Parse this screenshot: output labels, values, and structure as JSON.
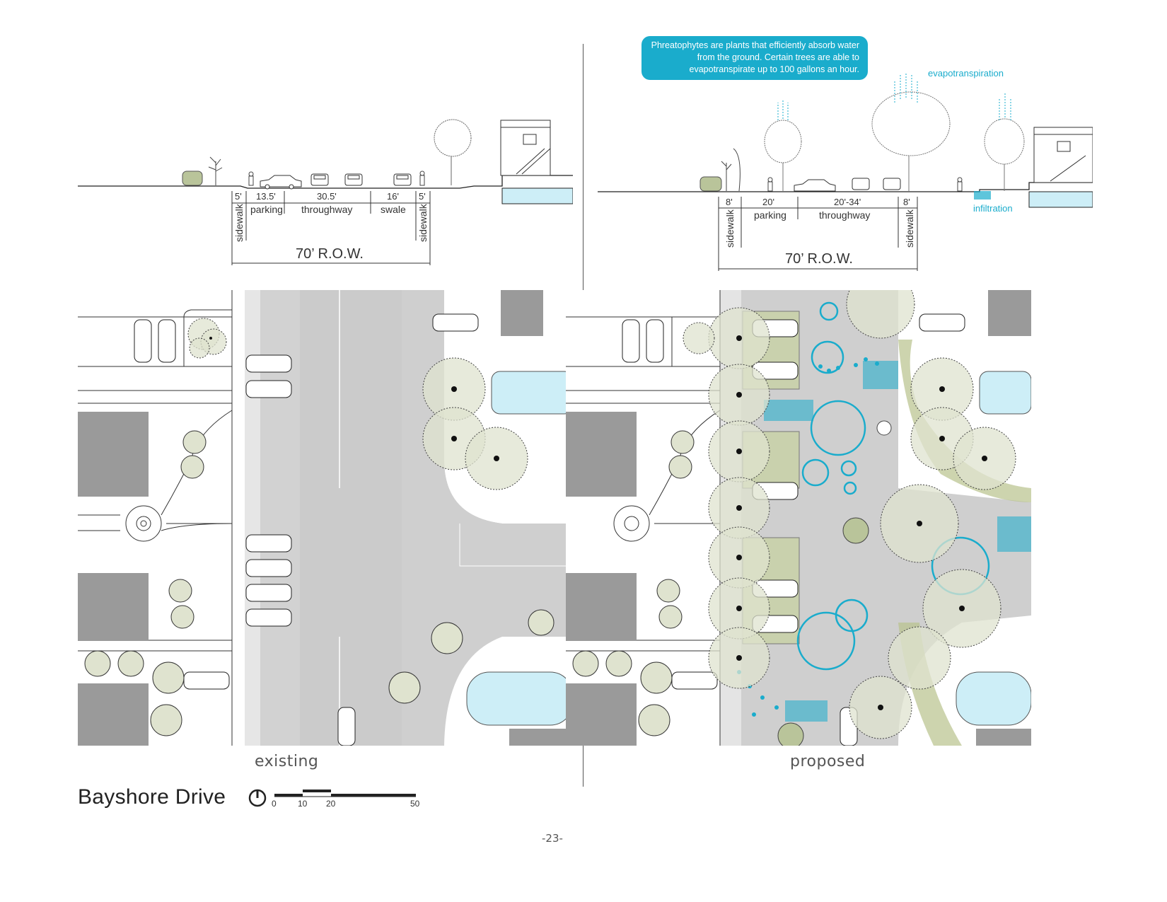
{
  "existing": {
    "section": {
      "segments": [
        {
          "width": "5'",
          "name": "sidewalk"
        },
        {
          "width": "13.5'",
          "name": "parking"
        },
        {
          "width": "30.5'",
          "name": "throughway"
        },
        {
          "width": "16'",
          "name": "swale"
        },
        {
          "width": "5'",
          "name": "sidewalk"
        }
      ],
      "row": "70’ R.O.W."
    },
    "label": "existing"
  },
  "proposed": {
    "section": {
      "segments": [
        {
          "width": "8'",
          "name": "sidewalk"
        },
        {
          "width": "20'",
          "name": "parking"
        },
        {
          "width": "20'-34'",
          "name": "throughway"
        },
        {
          "width": "8'",
          "name": "sidewalk"
        }
      ],
      "row": "70’ R.O.W."
    },
    "label": "proposed",
    "callout": "Phreatophytes are plants that efficiently absorb water from the ground. Certain trees are able to evapotranspirate up to 100 gallons an hour.",
    "evapotranspiration": "evapotranspiration",
    "infiltration": "infiltration"
  },
  "title": "Bayshore Drive",
  "scale": {
    "ticks": [
      "0",
      "10",
      "20",
      "50"
    ],
    "icon": "north-arrow-icon"
  },
  "page_number": "-23-",
  "colors": {
    "cyan": "#1aaccc",
    "tree_fill": "#dfe3cf",
    "road": "#cfcfcf",
    "building": "#9a9a9a",
    "pool": "#cdeef7"
  }
}
